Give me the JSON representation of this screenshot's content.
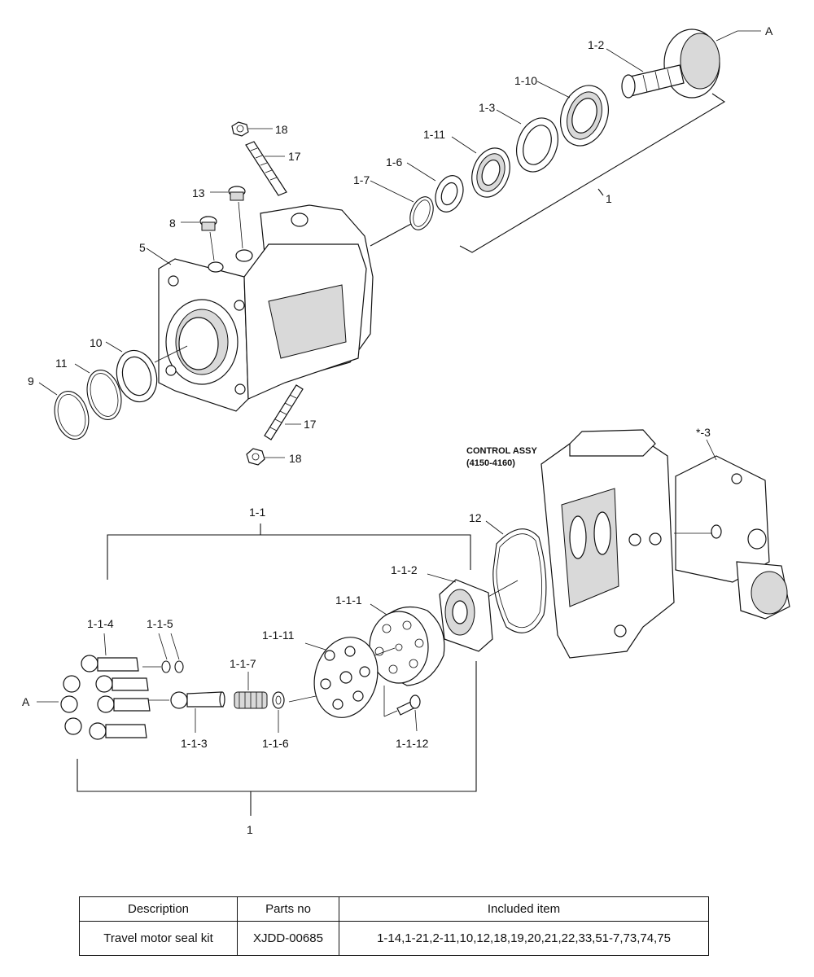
{
  "callouts": {
    "a_top": "A",
    "p1_2": "1-2",
    "p1_10": "1-10",
    "p1_3": "1-3",
    "p1_11": "1-11",
    "p1_6": "1-6",
    "p1_7": "1-7",
    "p1_top": "1",
    "p18_top": "18",
    "p17_top": "17",
    "p13": "13",
    "p8": "8",
    "p5": "5",
    "p10": "10",
    "p11": "11",
    "p9": "9",
    "p17_bottom": "17",
    "p18_bottom": "18",
    "control_assy_line1": "CONTROL ASSY",
    "control_assy_line2": "(4150-4160)",
    "star3": "*-3",
    "p1_1": "1-1",
    "p12": "12",
    "p1_1_2": "1-1-2",
    "p1_1_1": "1-1-1",
    "p1_1_11": "1-1-11",
    "p1_1_4": "1-1-4",
    "p1_1_5": "1-1-5",
    "p1_1_7": "1-1-7",
    "a_left": "A",
    "p1_1_3": "1-1-3",
    "p1_1_6": "1-1-6",
    "p1_1_12": "1-1-12",
    "p1_bottom": "1"
  },
  "table": {
    "headers": [
      "Description",
      "Parts no",
      "Included item"
    ],
    "rows": [
      [
        "Travel motor seal kit",
        "XJDD-00685",
        "1-14,1-21,2-11,10,12,18,19,20,21,22,33,51-7,73,74,75"
      ]
    ]
  }
}
